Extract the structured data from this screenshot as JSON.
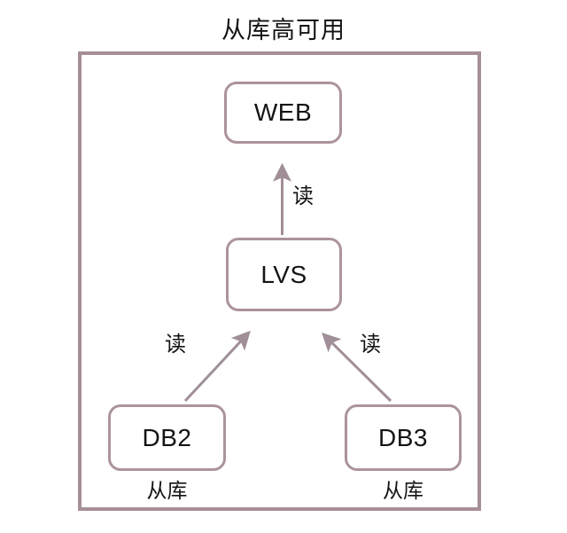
{
  "diagram": {
    "title": "从库高可用",
    "frame": {
      "border_color": "#a68f99"
    },
    "nodes": [
      {
        "id": "web",
        "label": "WEB",
        "caption": ""
      },
      {
        "id": "lvs",
        "label": "LVS",
        "caption": ""
      },
      {
        "id": "db2",
        "label": "DB2",
        "caption": "从库"
      },
      {
        "id": "db3",
        "label": "DB3",
        "caption": "从库"
      }
    ],
    "edges": [
      {
        "id": "lvs-web",
        "from": "LVS",
        "to": "WEB",
        "label": "读"
      },
      {
        "id": "db2-lvs",
        "from": "DB2",
        "to": "LVS",
        "label": "读"
      },
      {
        "id": "db3-lvs",
        "from": "DB3",
        "to": "LVS",
        "label": "读"
      }
    ],
    "colors": {
      "box_border": "#ac939d",
      "frame_border": "#a68f99",
      "arrow": "#a08e98",
      "text": "#141414",
      "background": "#ffffff"
    }
  }
}
